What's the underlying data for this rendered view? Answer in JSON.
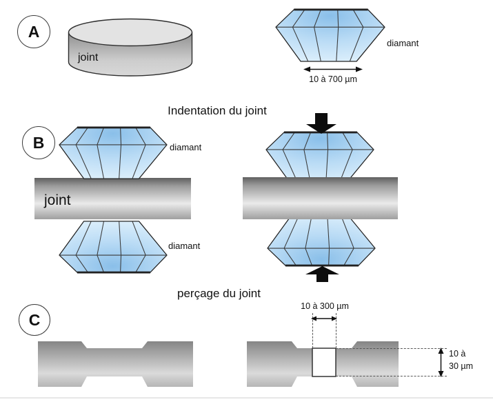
{
  "colors": {
    "diamond_dark": "#8abfe9",
    "diamond_mid": "#b9dbf5",
    "diamond_light": "#e0f1fc",
    "metal_dark": "#5f5f5f",
    "metal_light": "#eaeaea",
    "outline": "#2e2e2e",
    "force_arrow": "#0d0d0d"
  },
  "labels": {
    "a": "A",
    "b": "B",
    "c": "C"
  },
  "row_a": {
    "cylinder_label": "joint",
    "diamond_label": "diamant",
    "dimension": "10 à 700 µm"
  },
  "row_b": {
    "title": "Indentation du joint",
    "joint_label": "joint",
    "diamant_top": "diamant",
    "diamant_bottom": "diamant"
  },
  "row_c": {
    "title": "perçage du joint",
    "hole_width": "10 à 300 µm",
    "thickness_line1": "10 à",
    "thickness_line2": "30 µm"
  }
}
